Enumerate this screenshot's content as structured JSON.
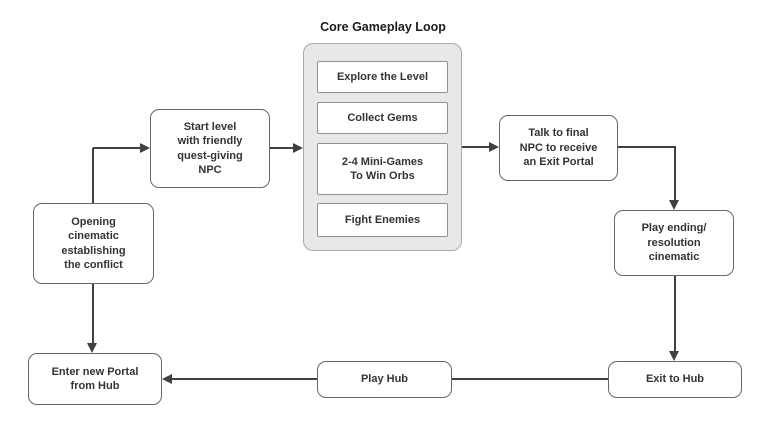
{
  "diagram": {
    "core_loop": {
      "title": "Core Gameplay Loop",
      "steps": [
        "Explore the Level",
        "Collect Gems",
        "2-4 Mini-Games\nTo Win Orbs",
        "Fight Enemies"
      ]
    },
    "nodes": {
      "opening_cinematic": {
        "label": "Opening\ncinematic\nestablishing\nthe conflict"
      },
      "start_level": {
        "label": "Start level\nwith friendly\nquest-giving\nNPC"
      },
      "talk_to_final_npc": {
        "label": "Talk to final\nNPC to receive\nan Exit Portal"
      },
      "play_ending_cinematic": {
        "label": "Play ending/\nresolution\ncinematic"
      },
      "exit_to_hub": {
        "label": "Exit to Hub"
      },
      "play_hub": {
        "label": "Play Hub"
      },
      "enter_new_portal": {
        "label": "Enter new Portal\nfrom Hub"
      }
    },
    "edges": [
      {
        "from": "opening_cinematic",
        "to": "start_level"
      },
      {
        "from": "start_level",
        "to": "core_gameplay_loop"
      },
      {
        "from": "core_gameplay_loop",
        "to": "talk_to_final_npc"
      },
      {
        "from": "talk_to_final_npc",
        "to": "play_ending_cinematic"
      },
      {
        "from": "play_ending_cinematic",
        "to": "exit_to_hub"
      },
      {
        "from": "exit_to_hub",
        "to": "play_hub",
        "arrowhead": false
      },
      {
        "from": "play_hub",
        "to": "enter_new_portal"
      },
      {
        "from": "opening_cinematic",
        "to": "enter_new_portal"
      }
    ],
    "colors": {
      "background": "#ffffff",
      "node_fill": "#ffffff",
      "node_border": "#666666",
      "node_text": "#333333",
      "loop_container_fill": "#e8e8e8",
      "loop_container_border": "#a8a8a8",
      "loop_item_border": "#8f8f8f",
      "connector": "#404040"
    }
  }
}
